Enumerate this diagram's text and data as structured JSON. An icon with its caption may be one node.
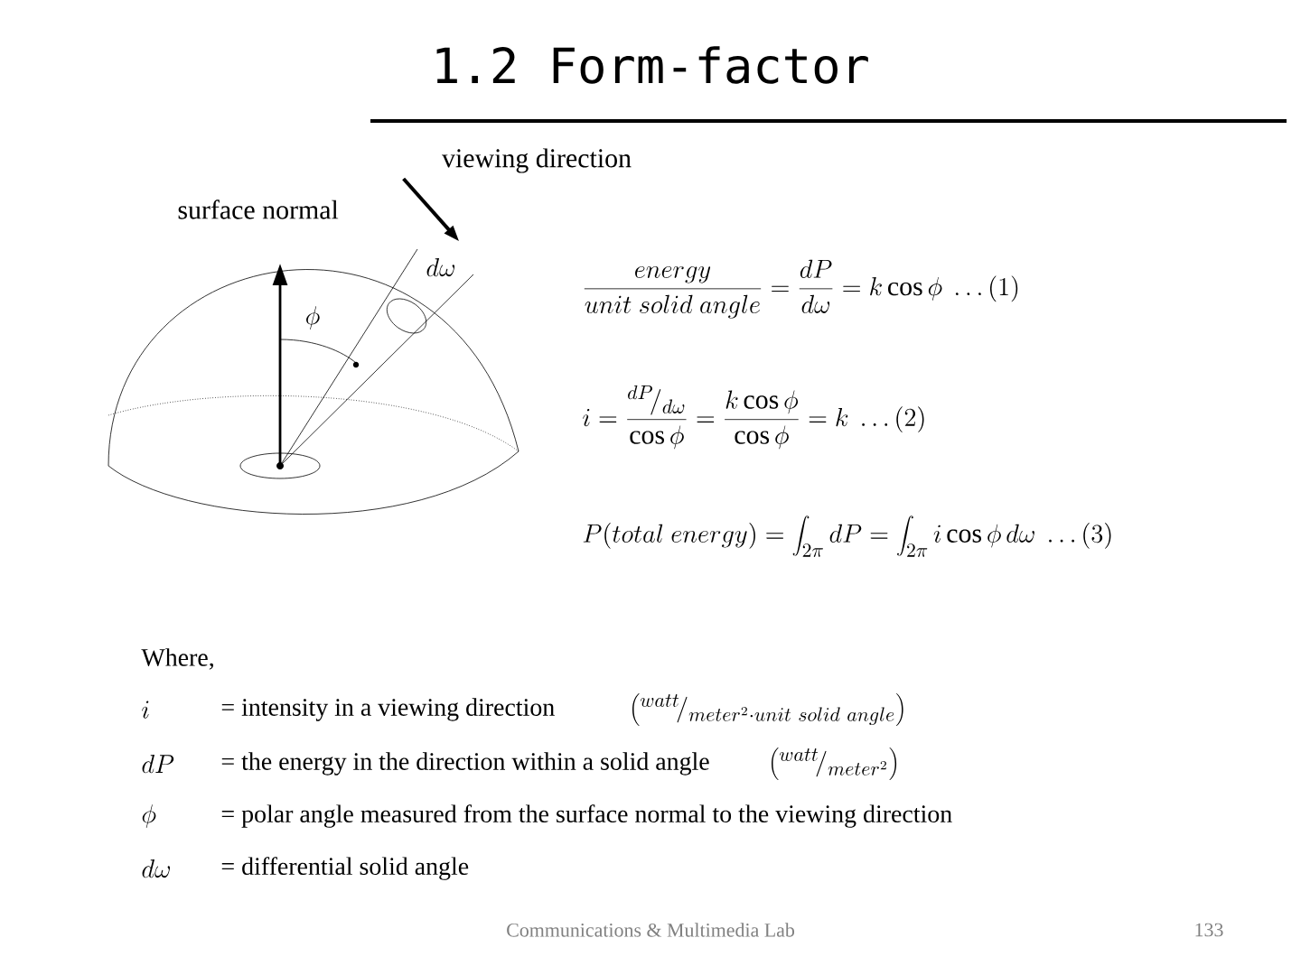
{
  "diagram": {
    "title": "1.2 Form-factor",
    "nodes": [
      {
        "text": [
          "viewing direction"
        ]
      },
      {
        "text": [],
        "shape": "picture"
      }
    ],
    "edges": [
      {
        "from": 0,
        "to": 1,
        "arrow": "to"
      }
    ],
    "labels": [
      "surface normal",
      "\\phi",
      "d\\omega",
      "\\frac{energy}{unit\\ solid\\ angle}=\\frac{dP}{d\\omega}=k\\cos\\phi\\ \\ldots(1)",
      "i=\\frac{{}^{dP}\\!/_{d\\omega}}{\\cos\\phi}=\\frac{k\\cos\\phi}{\\cos\\phi}=k\\ \\ldots(2)",
      "P(total\\ energy)=\\int_{2\\pi}dP=\\int_{2\\pi}i\\cos\\phi\\,d\\omega\\ \\ldots(3)",
      "Where,",
      "i",
      "= intensity in a viewing direction",
      "\\left({}^{watt}\\!/_{meter^{2}\\cdot unit\\ solid\\ angle}\\right)",
      "dP",
      "= the energy in the direction within a solid angle",
      "\\left({}^{watt}\\!/_{meter^{2}}\\right)",
      "\\phi",
      "= polar angle measured from the surface normal to the viewing direction",
      "d\\omega",
      "= differential solid angle",
      "Communications & Multimedia Lab",
      "133"
    ]
  }
}
